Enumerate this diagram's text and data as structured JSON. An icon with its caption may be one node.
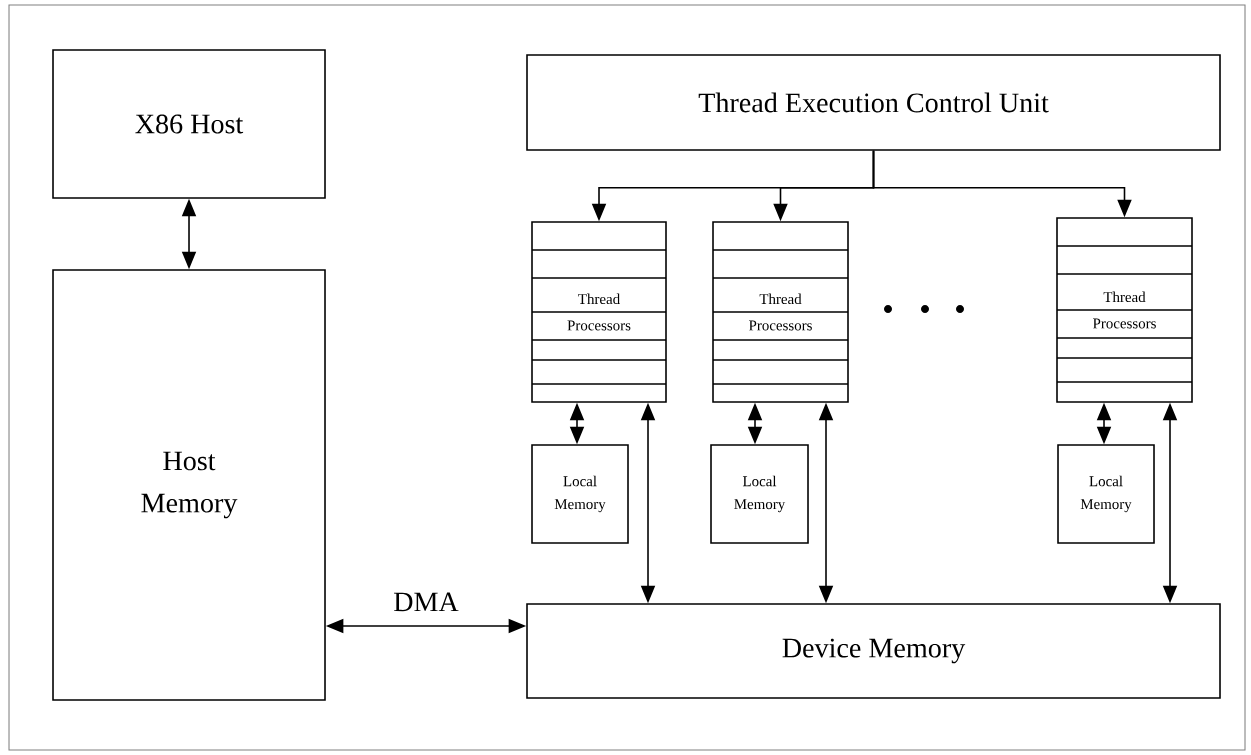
{
  "diagram": {
    "nodes": [
      {
        "text": [
          "X86 Host"
        ]
      },
      {
        "text": [
          "Host Memory"
        ]
      },
      {
        "text": [
          "Thread Execution Control Unit"
        ]
      },
      {
        "text": [
          "Thread Processors"
        ]
      },
      {
        "text": [
          "Thread Processors"
        ]
      },
      {
        "text": [
          "Thread Processors"
        ]
      },
      {
        "text": [
          "Local Memory"
        ]
      },
      {
        "text": [
          "Local Memory"
        ]
      },
      {
        "text": [
          "Local Memory"
        ]
      },
      {
        "text": [
          "Device Memory"
        ]
      }
    ],
    "edges": [
      {
        "from": 0,
        "to": 1,
        "arrow": "both"
      },
      {
        "from": 2,
        "to": 3,
        "arrow": "to"
      },
      {
        "from": 2,
        "to": 4,
        "arrow": "to"
      },
      {
        "from": 2,
        "to": 5,
        "arrow": "to"
      },
      {
        "from": 3,
        "to": 6,
        "arrow": "both"
      },
      {
        "from": 4,
        "to": 7,
        "arrow": "both"
      },
      {
        "from": 5,
        "to": 8,
        "arrow": "both"
      },
      {
        "from": 9,
        "to": 3,
        "arrow": "both"
      },
      {
        "from": 9,
        "to": 4,
        "arrow": "both"
      },
      {
        "from": 9,
        "to": 5,
        "arrow": "both"
      },
      {
        "from": 1,
        "to": 9,
        "label": "DMA",
        "arrow": "both"
      }
    ]
  }
}
